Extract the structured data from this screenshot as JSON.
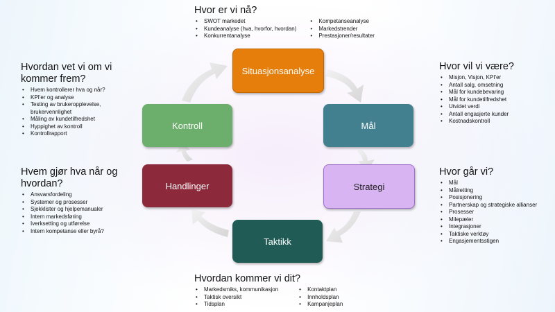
{
  "cycle": {
    "steps": [
      {
        "label": "Situasjonsanalyse",
        "color": "#E67E0C"
      },
      {
        "label": "Mål",
        "color": "#43808F"
      },
      {
        "label": "Strategi",
        "color": "#D8B4F2"
      },
      {
        "label": "Taktikk",
        "color": "#205C55"
      },
      {
        "label": "Handlinger",
        "color": "#8C2A3C"
      },
      {
        "label": "Kontroll",
        "color": "#6CAE6B"
      }
    ]
  },
  "blocks": {
    "top": {
      "title": "Hvor er vi nå?",
      "col1": [
        "SWOT markedet",
        "Kundeanalyse (hva, hvorfor, hvordan)",
        "Konkurrentanalyse"
      ],
      "col2": [
        "Kompetanseanalyse",
        "Markedstrender",
        "Prestasjoner/resultater"
      ]
    },
    "right_top": {
      "title": "Hvor vil vi være?",
      "items": [
        "Misjon, Visjon, KPI'er",
        "Antall salg, omsetning",
        "Mål for kundebevaring",
        "Mål for kundetilfredshet",
        "Utvidet verdi",
        "Antall engasjerte kunder",
        "Kostnadskontroll"
      ]
    },
    "right_bottom": {
      "title": "Hvor går vi?",
      "items": [
        "Mål",
        "Målretting",
        "Posisjonering",
        "Partnerskap og strategiske allianser",
        "Prosesser",
        "Milepæler",
        "Integrasjoner",
        "Taktiske verktøy",
        "Engasjementsstigen"
      ]
    },
    "bottom": {
      "title": "Hvordan kommer vi dit?",
      "col1": [
        "Markedsmiks, kommunikasjon",
        "Taktisk oversikt",
        "Tidsplan"
      ],
      "col2": [
        "Kontaktplan",
        "Innholdsplan",
        "Kampanjeplan"
      ]
    },
    "left_bottom": {
      "title": "Hvem gjør hva når og hvordan?",
      "items": [
        "Ansvarsfordeling",
        "Systemer og prosesser",
        "Sjekklister og hjelpemanualer",
        "Intern markedsføring",
        "Iverksetting og utførelse",
        "Intern kompetanse eller byrå?"
      ]
    },
    "left_top": {
      "title": "Hvordan vet vi om vi kommer frem?",
      "items": [
        "Hvem kontrollerer hva og når?",
        "KPI'er og analyse",
        "Testing av brukeropplevelse, brukervennlighet",
        "Måling av kundetilfredshet",
        "Hyppighet av kontroll",
        "Kontrollrapport"
      ]
    }
  }
}
